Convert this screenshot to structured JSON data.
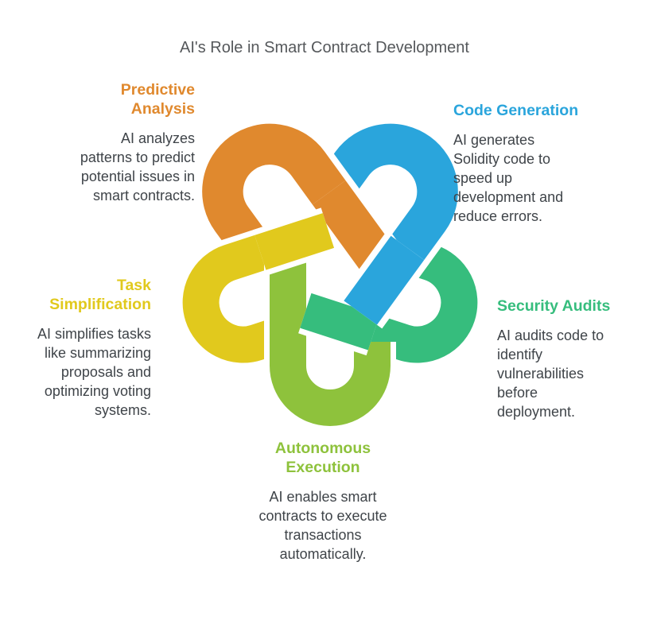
{
  "title": "AI's Role in Smart Contract Development",
  "title_color": "#55585b",
  "body_text_color": "#3f4449",
  "sections": [
    {
      "id": "predictive-analysis",
      "label": "Predictive Analysis",
      "description": "AI analyzes patterns to predict potential issues in smart contracts.",
      "color": "#e0892e",
      "position": "top-left"
    },
    {
      "id": "code-generation",
      "label": "Code Generation",
      "description": "AI generates Solidity code to speed up development and reduce errors.",
      "color": "#2aa5dc",
      "position": "top-right"
    },
    {
      "id": "task-simplification",
      "label": "Task Simplification",
      "description": "AI simplifies tasks like summarizing proposals and optimizing voting systems.",
      "color": "#e1c91d",
      "position": "middle-left"
    },
    {
      "id": "security-audits",
      "label": "Security Audits",
      "description": "AI audits code to identify vulnerabilities before deployment.",
      "color": "#36bd7d",
      "position": "middle-right"
    },
    {
      "id": "autonomous-execution",
      "label": "Autonomous Execution",
      "description": "AI enables smart contracts to execute transactions automatically.",
      "color": "#8ec23c",
      "position": "bottom-center"
    }
  ],
  "graphic": {
    "type": "five-interlocking-loops-knot",
    "loop_colors": [
      "#e0892e",
      "#2aa5dc",
      "#e1c91d",
      "#36bd7d",
      "#8ec23c"
    ]
  }
}
